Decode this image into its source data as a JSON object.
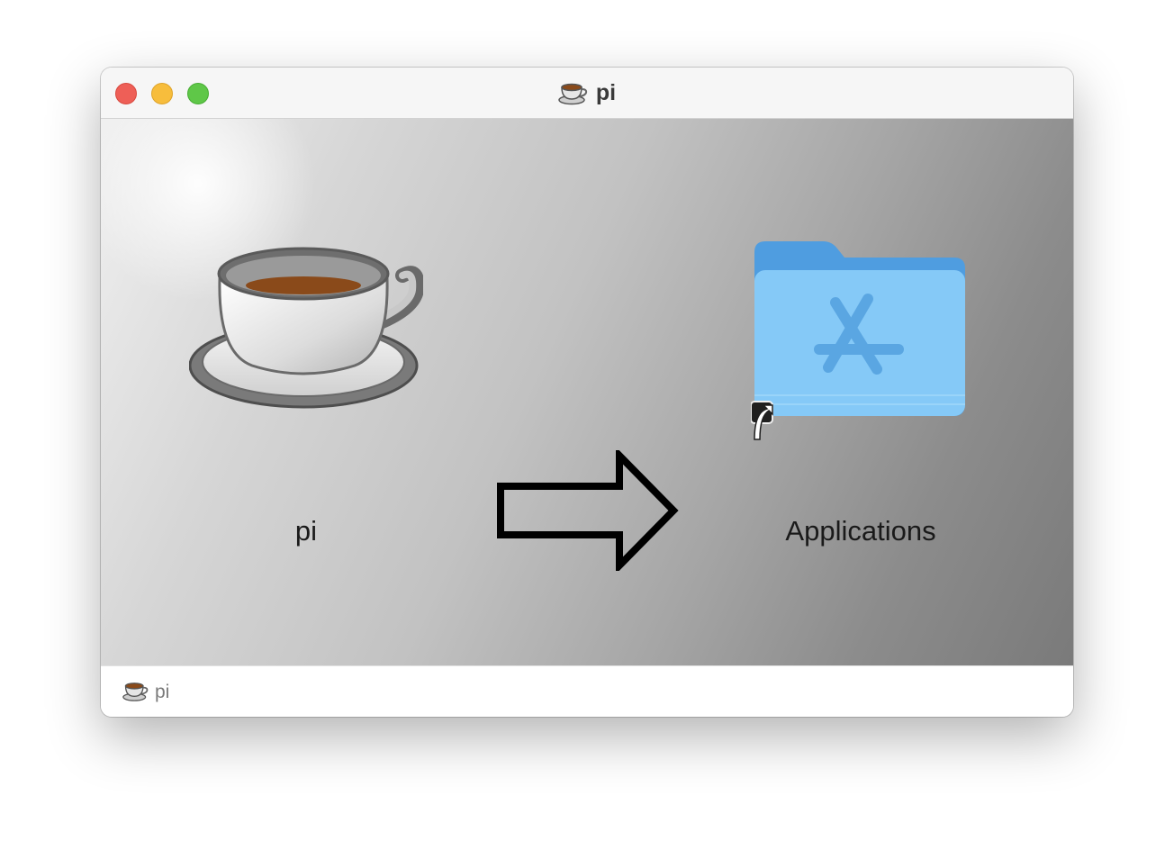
{
  "window": {
    "title": "pi",
    "title_icon": "coffee-cup-icon",
    "controls": {
      "close_color": "#ee5f57",
      "minimize_color": "#f7bd3c",
      "zoom_color": "#5fc748"
    }
  },
  "installer": {
    "app_label": "pi",
    "app_icon": "coffee-cup-icon",
    "arrow_icon": "right-arrow-icon",
    "target_label": "Applications",
    "target_icon": "applications-folder-icon",
    "alias_icon": "alias-arrow-icon"
  },
  "statusbar": {
    "label": "pi",
    "icon": "coffee-cup-icon"
  },
  "colors": {
    "folder_blue": "#7dc4f5",
    "coffee": "#8a4a1a"
  }
}
